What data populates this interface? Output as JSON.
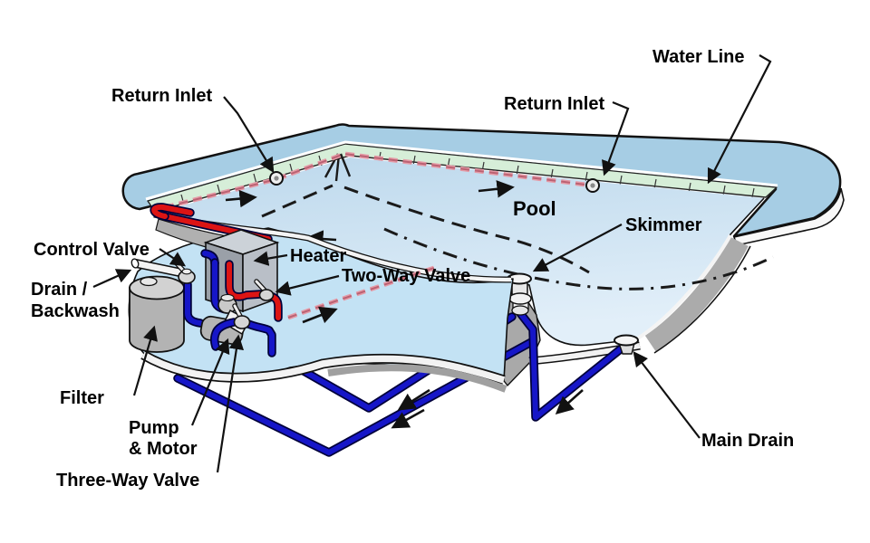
{
  "figure": {
    "type": "diagram",
    "subject": "Swimming pool circulation system cutaway diagram",
    "background": "#ffffff",
    "labels": {
      "return_inlet_left": "Return Inlet",
      "return_inlet_right": "Return Inlet",
      "water_line": "Water Line",
      "pool": "Pool",
      "skimmer": "Skimmer",
      "control_valve": "Control Valve",
      "drain_backwash": [
        "Drain /",
        "Backwash"
      ],
      "heater": "Heater",
      "two_way_valve": "Two-Way Valve",
      "filter": "Filter",
      "pump_motor": [
        "Pump",
        "& Motor"
      ],
      "three_way_valve": "Three-Way Valve",
      "main_drain": "Main Drain"
    },
    "colors": {
      "deck": "#a6cde4",
      "water": "#c6def0",
      "water_light": "#dfedf8",
      "waterline_tile": "#d6eed8",
      "pool_wall_gray": "#aaaaaa",
      "equipment_pad": "#c3e2f4",
      "suction_pipe_blue": "#1616c8",
      "return_pipe_red": "#dc1414",
      "return_line_pink": "#e59aa6",
      "outline": "#111111",
      "label_text": "#000000"
    }
  }
}
